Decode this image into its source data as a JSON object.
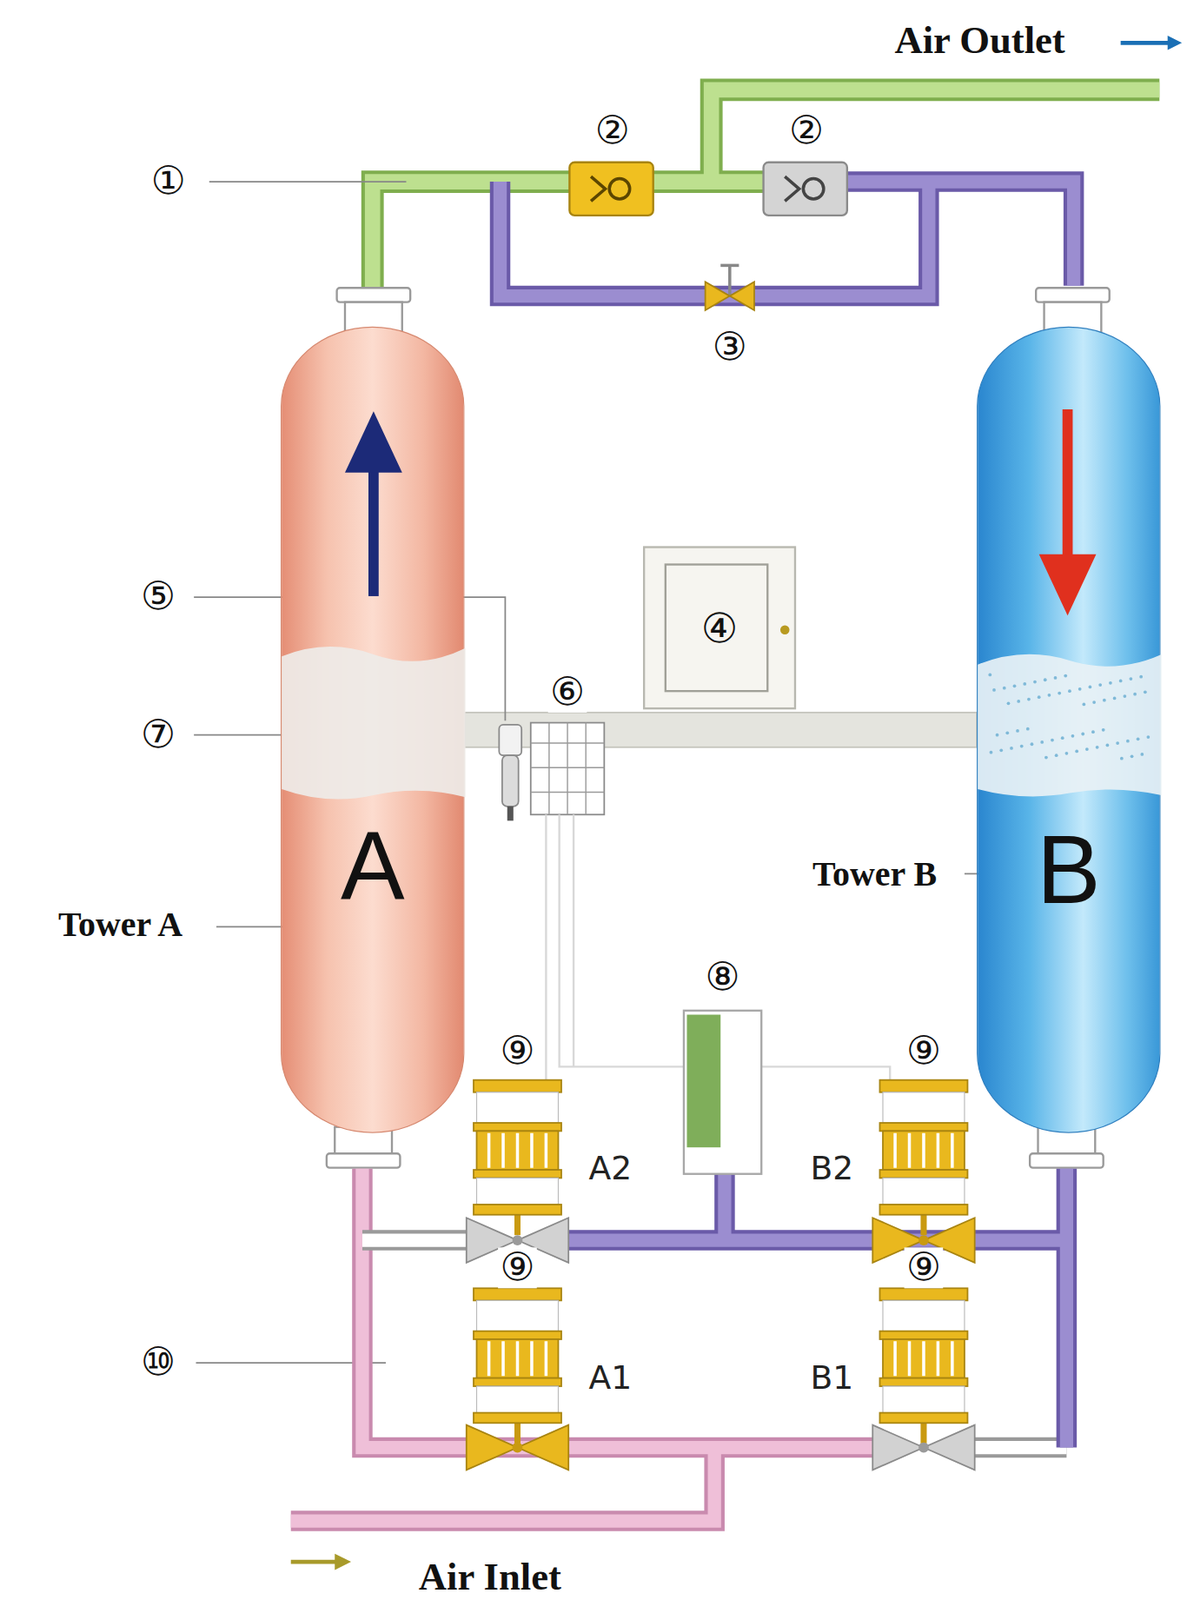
{
  "diagram": {
    "nodes": [
      {
        "text": [
          "A"
        ]
      },
      {
        "text": [
          "B"
        ]
      },
      {
        "text": [
          "④"
        ]
      }
    ],
    "labels": [
      "Air Outlet",
      "①",
      "②",
      "②",
      "③",
      "⑤",
      "⑥",
      "⑦",
      "Tower B",
      "Tower A",
      "⑧",
      "⑨",
      "⑨",
      "A2",
      "B2",
      "⑨",
      "⑨",
      "⑩",
      "A1",
      "B1",
      "Air Inlet"
    ]
  }
}
